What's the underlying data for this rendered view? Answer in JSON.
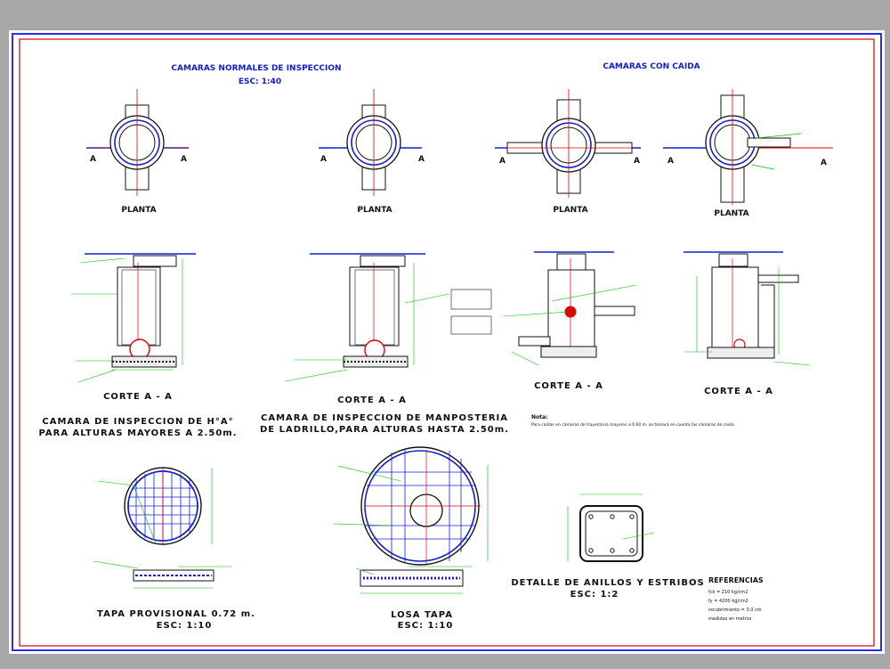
{
  "headers": {
    "normal_title": "CAMARAS NORMALES DE INSPECCION",
    "normal_scale": "ESC:  1:40",
    "drop_title": "CAMARAS CON CAIDA"
  },
  "plan_views": [
    {
      "label": "PLANTA",
      "left_mark": "A",
      "right_mark": "A"
    },
    {
      "label": "PLANTA",
      "left_mark": "A",
      "right_mark": "A"
    },
    {
      "label": "PLANTA",
      "left_mark": "A",
      "right_mark": "A"
    },
    {
      "label": "PLANTA",
      "left_mark": "A",
      "right_mark": "A"
    }
  ],
  "sections": [
    {
      "label": "CORTE A - A"
    },
    {
      "label": "CORTE A - A"
    },
    {
      "label": "CORTE A - A"
    },
    {
      "label": "CORTE A - A"
    }
  ],
  "chamber_titles": {
    "concrete_line1": "CAMARA DE INSPECCION DE H°A°",
    "concrete_line2": "PARA ALTURAS MAYORES A 2.50m.",
    "masonry_line1": "CAMARA DE INSPECCION DE MANPOSTERIA",
    "masonry_line2": "DE LADRILLO,PARA ALTURAS HASTA 2.50m."
  },
  "note": {
    "title": "Nota:",
    "text": "Para caídas en cámaras de trayectoria mayores a 0.60 m. se tomará en cuenta las cámaras de caída"
  },
  "details": {
    "tapa_title": "TAPA PROVISIONAL 0.72 m.",
    "tapa_scale": "ESC:  1:10",
    "losa_title": "LOSA TAPA",
    "losa_scale": "ESC:  1:10",
    "anillos_title": "DETALLE DE ANILLOS Y ESTRIBOS",
    "anillos_scale": "ESC:  1:2"
  },
  "references": {
    "title": "REFERENCIAS",
    "lines": [
      "fck = 210  kg/cm2",
      "fy = 4200 kg/cm2",
      "recubrimiento = 3.0 cm",
      "medidas en metros"
    ]
  },
  "colors": {
    "background": "#a8a8a8",
    "sheet": "#ffffff",
    "frame_blue": "#2a2aff",
    "frame_red": "#e00000",
    "dimension": "#00c000",
    "cad_blue": "#1020d0",
    "pipe_red": "#e00000"
  }
}
